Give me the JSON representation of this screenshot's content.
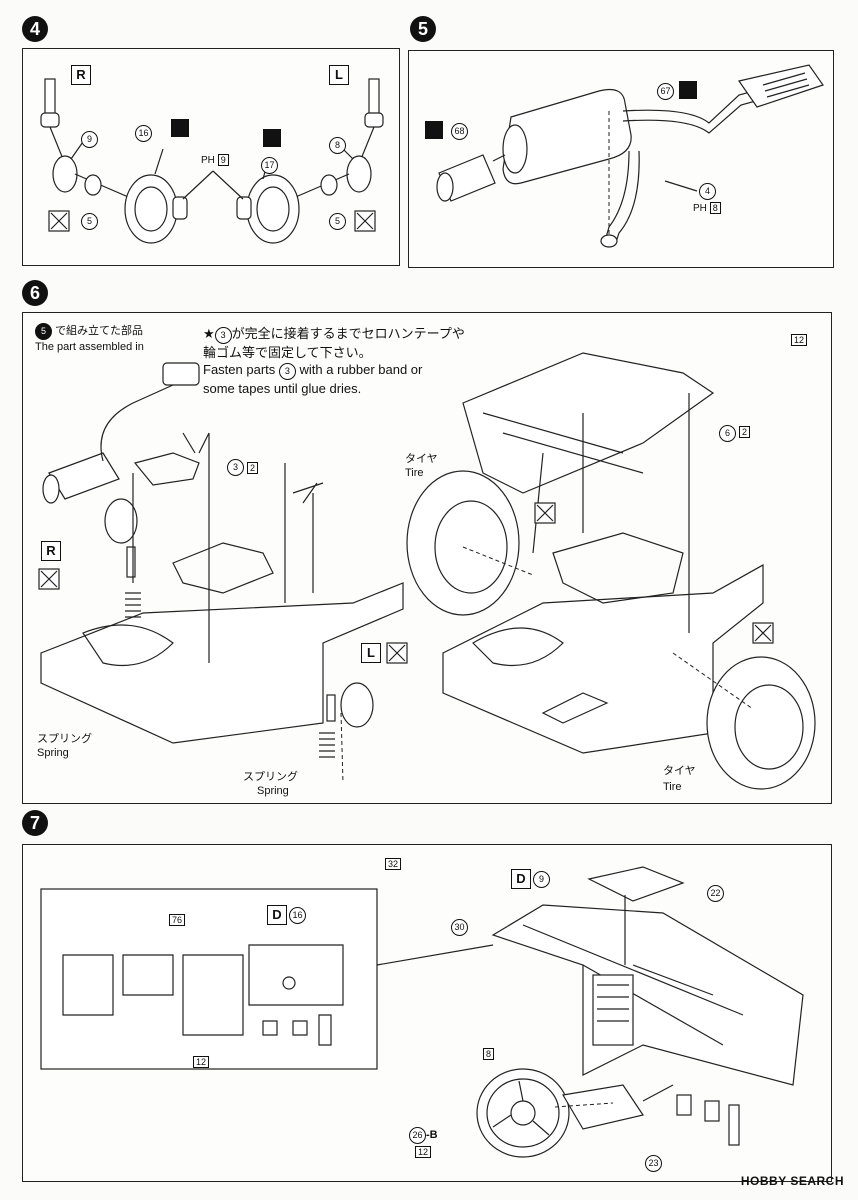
{
  "steps": {
    "s4": {
      "num": "4",
      "left": "R",
      "right": "L",
      "parts": {
        "p9": "9",
        "p16": "16",
        "p17": "17",
        "p8": "8",
        "p5a": "5",
        "p5b": "5"
      },
      "ph": {
        "prefix": "PH",
        "ref": "9"
      }
    },
    "s5": {
      "num": "5",
      "parts": {
        "p67": "67",
        "p68": "68",
        "p4": "4"
      },
      "ph": {
        "prefix": "PH",
        "ref": "8"
      }
    },
    "s6": {
      "num": "6",
      "ref_jp": "で組み立てた部品",
      "ref_en": "The part assembled in",
      "ref_step": "5",
      "note_jp1": "が完全に接着するまでセロハンテープや",
      "note_jp2": "輪ゴム等で固定して下さい。",
      "note_en1a": "Fasten parts",
      "note_en1b": "with a rubber band or",
      "note_en2": "some tapes until glue dries.",
      "note_part": "3",
      "star": "★",
      "corner_ph": "12",
      "p3": "3",
      "p3_ph": "2",
      "p6": "6",
      "p6_ph": "2",
      "left_box": "R",
      "right_box": "L",
      "tire_jp": "タイヤ",
      "tire_en": "Tire",
      "spring_jp": "スプリング",
      "spring_en": "Spring"
    },
    "s7": {
      "num": "7",
      "corner_ph": "32",
      "inset_ph_top": "76",
      "inset_D": "D",
      "inset_p16": "16",
      "inset_ph_bottom": "12",
      "D9": "D",
      "p9": "9",
      "p22": "22",
      "p30": "30",
      "ph8": "8",
      "p26": "26",
      "p26_suffix": "-B",
      "ph12": "12",
      "p23": "23"
    }
  },
  "watermark": "HOBBY SEARCH"
}
